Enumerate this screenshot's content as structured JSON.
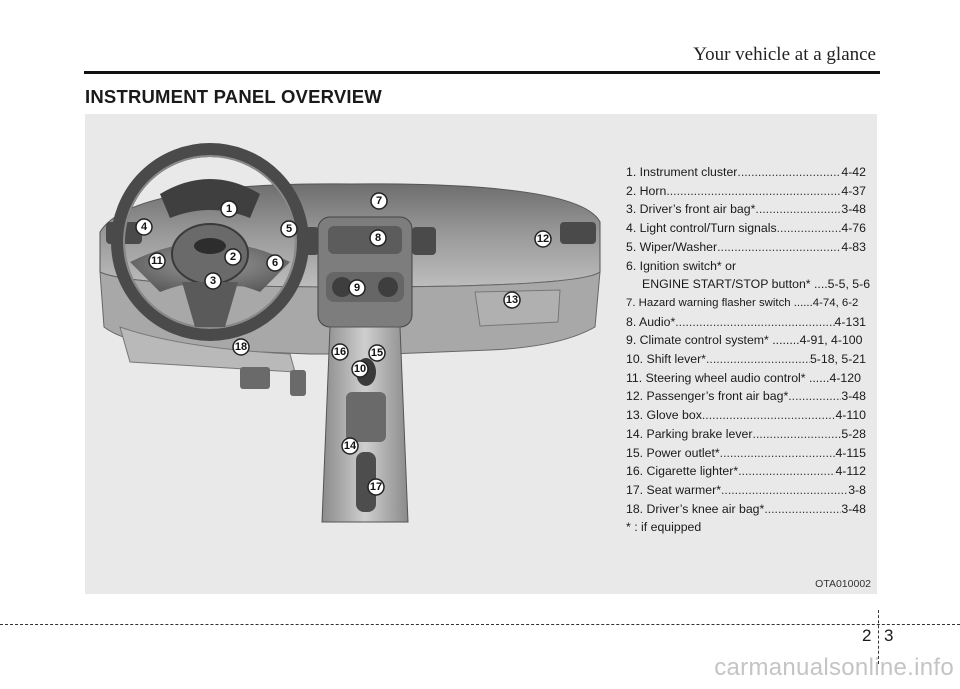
{
  "header": {
    "title": "Your vehicle at a glance"
  },
  "section": {
    "title": "INSTRUMENT PANEL OVERVIEW"
  },
  "legend": {
    "items": [
      {
        "label": "1. Instrument cluster",
        "page": "4-42"
      },
      {
        "label": "2. Horn ",
        "page": "4-37"
      },
      {
        "label": "3. Driver’s front air bag* ",
        "page": "3-48"
      },
      {
        "label": "4. Light control/Turn signals ",
        "page": "4-76"
      },
      {
        "label": "5. Wiper/Washer ",
        "page": "4-83"
      }
    ],
    "ignition": {
      "label": "6. Ignition switch* or",
      "sub_label": "ENGINE START/STOP button* ....",
      "sub_page": "5-5, 5-6"
    },
    "items2": [
      {
        "label": "7. Hazard warning flasher switch ......",
        "page": "4-74, 6-2"
      },
      {
        "label": "8. Audio* ",
        "page": "4-131"
      },
      {
        "label": "9. Climate control system* ........",
        "page": "4-91, 4-100"
      },
      {
        "label": "10. Shift lever* ",
        "page": "5-18, 5-21"
      },
      {
        "label": "11. Steering wheel audio control* ......",
        "page": "4-120"
      },
      {
        "label": "12. Passenger’s front air bag* ",
        "page": "3-48"
      },
      {
        "label": "13. Glove box ",
        "page": "4-110"
      },
      {
        "label": "14. Parking brake lever ",
        "page": "5-28"
      },
      {
        "label": "15. Power outlet* ",
        "page": "4-115"
      },
      {
        "label": "16. Cigarette lighter* ",
        "page": "4-112"
      },
      {
        "label": "17. Seat warmer* ",
        "page": "3-8"
      },
      {
        "label": "18. Driver’s knee air bag* ",
        "page": "3-48"
      }
    ],
    "note": "* : if equipped"
  },
  "figure": {
    "code": "OTA010002",
    "callouts": [
      "1",
      "2",
      "3",
      "4",
      "5",
      "6",
      "7",
      "8",
      "9",
      "10",
      "11",
      "12",
      "13",
      "14",
      "15",
      "16",
      "17",
      "18"
    ]
  },
  "footer": {
    "chapter": "2",
    "page": "3"
  },
  "watermark": "carmanualsonline.info"
}
